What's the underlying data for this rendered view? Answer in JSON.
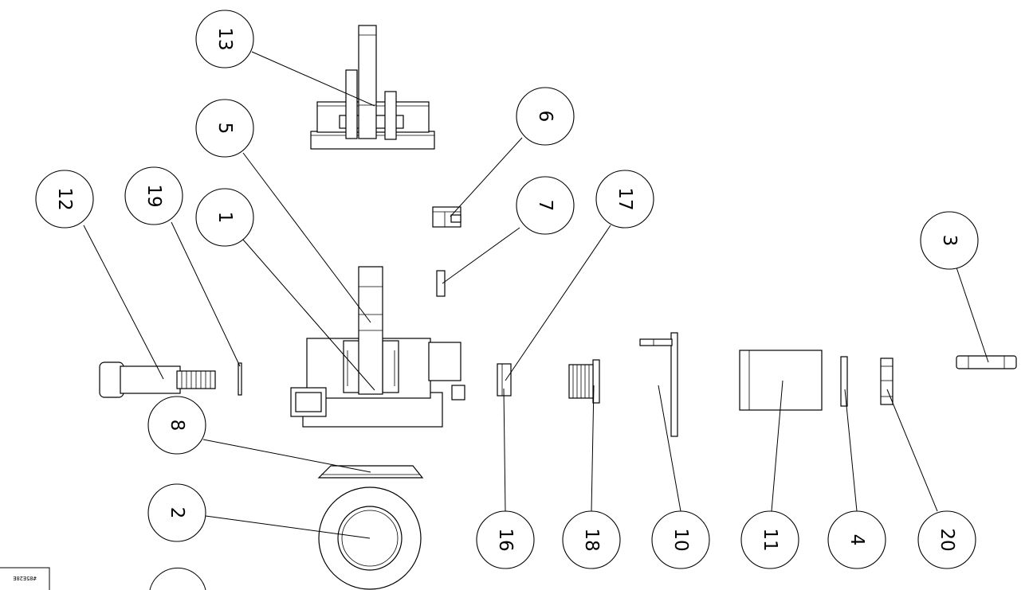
{
  "balloons": [
    {
      "id": "b13",
      "label": "13"
    },
    {
      "id": "b5",
      "label": "5"
    },
    {
      "id": "b6",
      "label": "6"
    },
    {
      "id": "b12",
      "label": "12"
    },
    {
      "id": "b19",
      "label": "19"
    },
    {
      "id": "b1",
      "label": "1"
    },
    {
      "id": "b7",
      "label": "7"
    },
    {
      "id": "b17",
      "label": "17"
    },
    {
      "id": "b3",
      "label": "3"
    },
    {
      "id": "b8",
      "label": "8"
    },
    {
      "id": "b2",
      "label": "2"
    },
    {
      "id": "b16",
      "label": "16"
    },
    {
      "id": "b18",
      "label": "18"
    },
    {
      "id": "b10",
      "label": "10"
    },
    {
      "id": "b11",
      "label": "11"
    },
    {
      "id": "b4",
      "label": "4"
    },
    {
      "id": "b20",
      "label": "20"
    }
  ],
  "title_block": {
    "text": "#85E28E"
  }
}
